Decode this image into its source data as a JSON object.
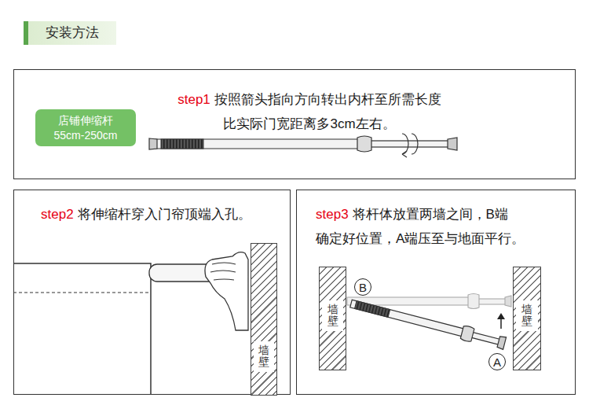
{
  "diagram": {
    "title": "安装方法",
    "nodes": [
      {
        "text": [
          "step1",
          "按照箭头指向方向转出内杆至所需长度 比实际门宽距离多3cm左右。"
        ]
      },
      {
        "text": [
          "店铺伸缩杆",
          "55cm-250cm"
        ],
        "in": 0
      },
      {
        "text": [
          "step2",
          "将伸缩杆穿入门帘顶端入孔。"
        ]
      },
      {
        "text": [
          "墙壁"
        ],
        "in": 2
      },
      {
        "text": [
          "step3",
          "将杆体放置两墙之间，B端 确定好位置，A端压至与地面平行。"
        ]
      },
      {
        "text": [
          "墙壁"
        ],
        "in": 4
      },
      {
        "text": [
          "B"
        ],
        "in": 4
      },
      {
        "text": [
          "墙壁"
        ],
        "in": 4
      },
      {
        "text": [
          "A"
        ],
        "in": 4
      }
    ]
  }
}
